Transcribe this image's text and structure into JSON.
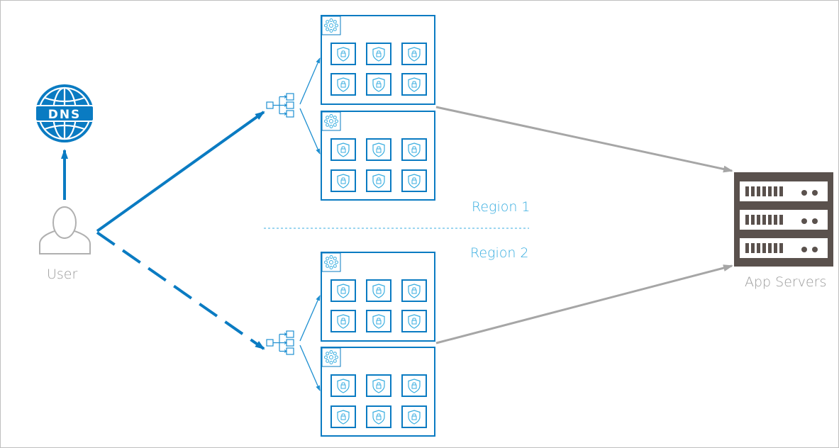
{
  "colors": {
    "accent_blue": "#0a7bc2",
    "light_blue": "#3aaee0",
    "connector_grey": "#a6a6a6",
    "server_dark": "#5a514d",
    "user_grey": "#b0b0b0"
  },
  "icons": {
    "dns": "globe-dns-icon",
    "dns_text": "DNS",
    "user": "user-icon",
    "load_balancer": "load-balancer-icon",
    "cluster_badge": "cluster-icon",
    "node": "shield-lock-icon",
    "server": "server-rack-icon"
  },
  "labels": {
    "user": "User",
    "region1": "Region 1",
    "region2": "Region 2",
    "app_servers": "App Servers"
  },
  "regions": [
    {
      "name": "Region 1",
      "clusters": 2,
      "nodes_per_cluster": 6,
      "active": true
    },
    {
      "name": "Region 2",
      "clusters": 2,
      "nodes_per_cluster": 6,
      "active": false
    }
  ]
}
